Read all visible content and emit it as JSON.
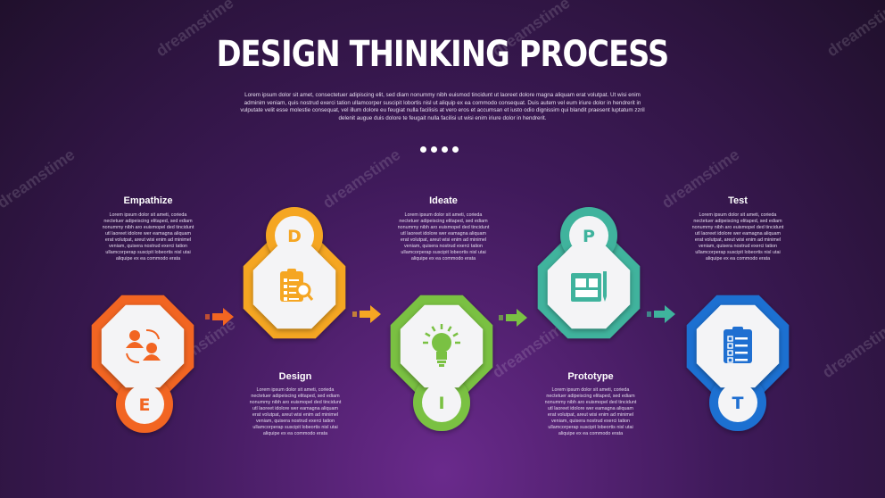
{
  "header": {
    "title": "DESIGN THINKING PROCESS",
    "intro": "Lorem ipsum dolor sit amet, consectetuer adipiscing elit, sed diam nonummy nibh euismod tincidunt ut laoreet dolore magna aliquam erat volutpat. Ut wisi enim adminim veniam, quis nostrud exerci tation ullamcorper suscipit lobortis nisl ut aliquip ex ea commodo consequat. Duis autem vel eum iriure dolor in hendrerit in vulputate velit esse molestie consequat, vel illum dolore eu feugiat nulla facilisis at vero eros et accumsan et iusto odio dignissim qui blandit praesent luptatum zzril delenit augue duis dolore te feugait nulla facilisi ut wisi enim iriure dolor in hendrerit."
  },
  "stages": [
    {
      "letter": "E",
      "title": "Empathize",
      "color": "#f26522",
      "icon": "people-exchange-icon",
      "description": "Lorem ipsum dolor sit ameti, corieda nectetuer adipeiscing elitaped, sed ediam nonummy nibh aro euismopel ded tincidunt utl laoreet idolore wer eamagna aliquam erat volutpat, areut wisi enim ad minimel veniam, quisera nostrud exerci tation ullamcorperap suscipit lobeortis nisl utai aliquipe ex ea commodo erata"
    },
    {
      "letter": "D",
      "title": "Design",
      "color": "#f5a623",
      "icon": "checklist-search-icon",
      "description": "Lorem ipsum dolor sit ameti, corieda nectetuer adipeiscing elitaped, sed ediam nonummy nibh aro euismopel ded tincidunt utl laoreet idolore wer eamagna aliquam erat volutpat, areut wisi enim ad minimel veniam, quisera nostrud exerci tation ullamcorperap suscipit lobeortis nisl utai aliquipe ex ea commodo erata"
    },
    {
      "letter": "I",
      "title": "Ideate",
      "color": "#7ac143",
      "icon": "lightbulb-icon",
      "description": "Lorem ipsum dolor sit ameti, corieda nectetuer adipeiscing elitaped, sed ediam nonummy nibh aro euismopel ded tincidunt utl laoreet idolore wer eamagna aliquam erat volutpat, areut wisi enim ad minimel veniam, quisera nostrud exerci tation ullamcorperap suscipit lobeortis nisl utai aliquipe ex ea commodo erata"
    },
    {
      "letter": "P",
      "title": "Prototype",
      "color": "#3fb39d",
      "icon": "blueprint-icon",
      "description": "Lorem ipsum dolor sit ameti, corieda nectetuer adipeiscing elitaped, sed ediam nonummy nibh aro euismopel ded tincidunt utl laoreet idolore wer eamagna aliquam erat volutpat, areut wisi enim ad minimel veniam, quisera nostrud exerci tation ullamcorperap suscipit lobeortis nisl utai aliquipe ex ea commodo erata"
    },
    {
      "letter": "T",
      "title": "Test",
      "color": "#1f6fd1",
      "icon": "test-clipboard-icon",
      "description": "Lorem ipsum dolor sit ameti, corieda nectetuer adipeiscing elitaped, sed ediam nonummy nibh aro euismopel ded tincidunt utl laoreet idolore wer eamagna aliquam erat volutpat, areut wisi enim ad minimel veniam, quisera nostrud exerci tation ullamcorperap suscipit lobeortis nisl utai aliquipe ex ea commodo erata"
    }
  ],
  "arrows": [
    {
      "color": "#f26522"
    },
    {
      "color": "#f5a623"
    },
    {
      "color": "#7ac143"
    },
    {
      "color": "#3fb39d"
    }
  ],
  "watermark": "dreamstime"
}
